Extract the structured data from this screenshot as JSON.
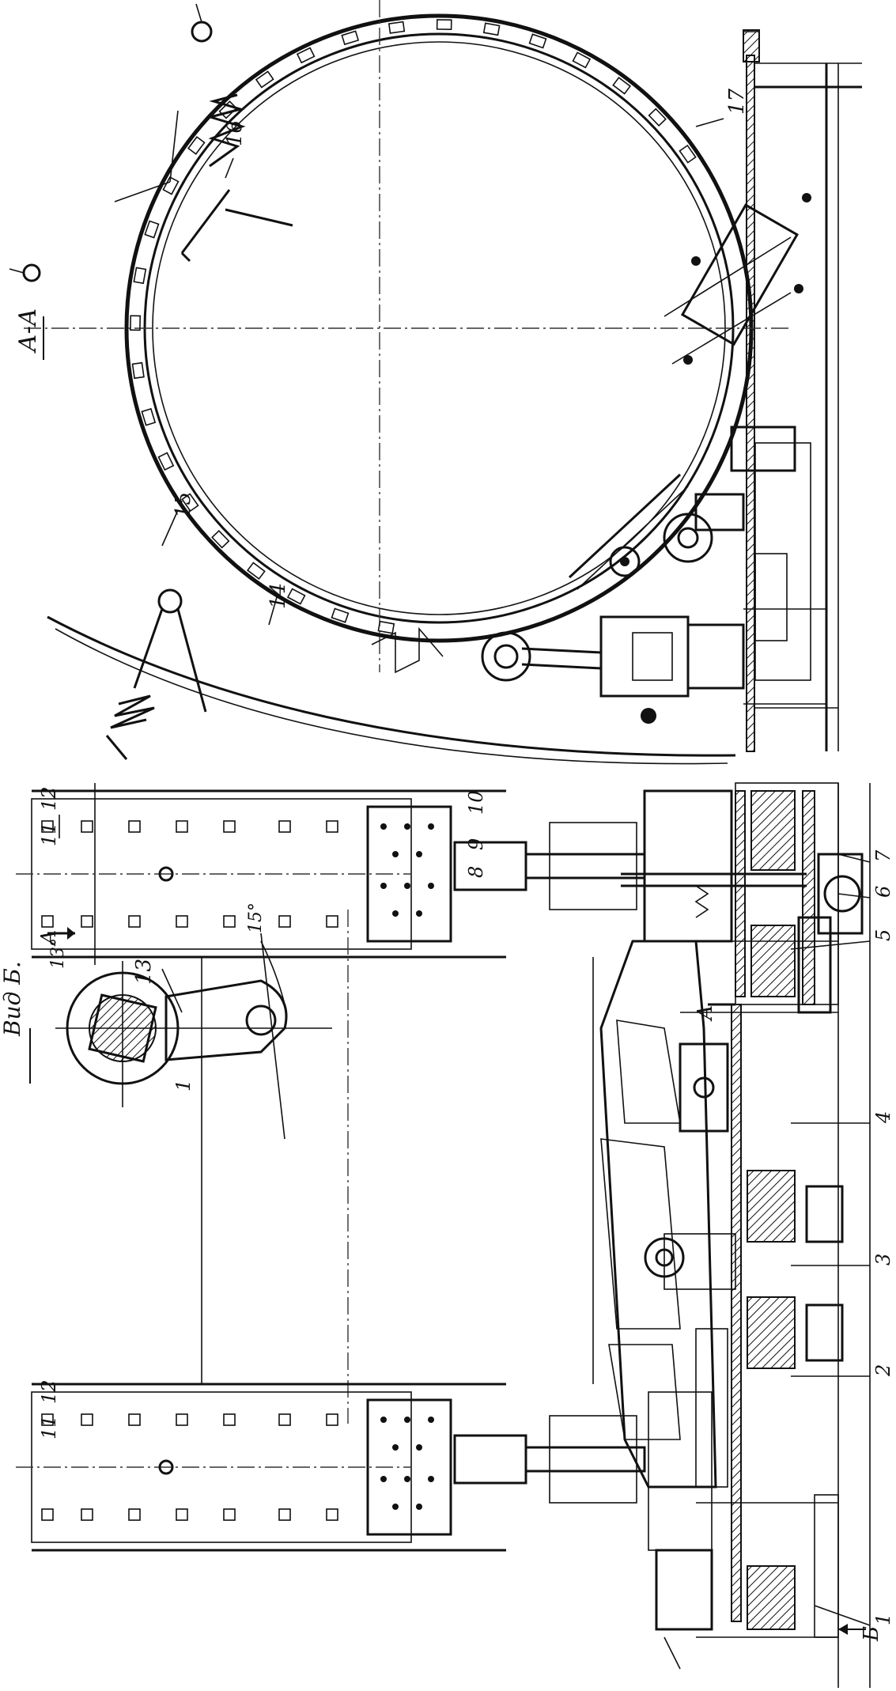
{
  "section_title": "А-А",
  "view_title": "Вид Б.",
  "section_marks": {
    "a_top": "А",
    "a_bottom": "А",
    "b_arrow": "Б"
  },
  "angles": {
    "upper": "13°",
    "lower": "15°"
  },
  "callouts": {
    "n1_top": "1",
    "n1_detail": "1",
    "n2": "2",
    "n3": "3",
    "n4": "4",
    "n5": "5",
    "n6": "6",
    "n7": "7",
    "n8": "8",
    "n9": "9",
    "n10": "10",
    "n11_top": "11",
    "n11_bottom": "11",
    "n12_top": "12",
    "n12_bottom": "12",
    "n13": "13",
    "n14": "14",
    "n15": "15",
    "n16": "16",
    "n17": "17"
  }
}
